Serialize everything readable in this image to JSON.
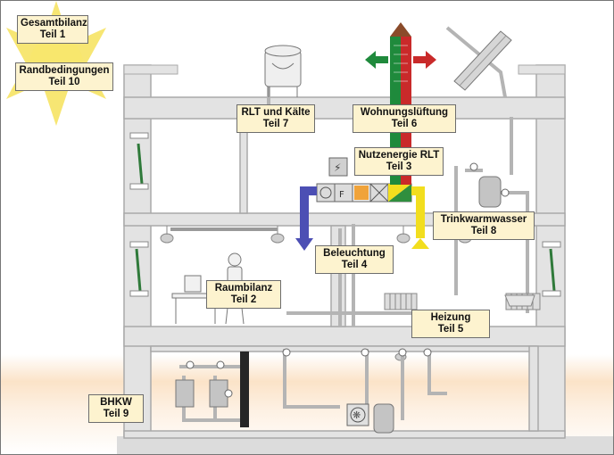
{
  "labels": {
    "gesamtbilanz": {
      "title": "Gesamtbilanz",
      "part": "Teil 1"
    },
    "randbedingungen": {
      "title": "Randbedingungen",
      "part": "Teil 10"
    },
    "rlt_kaelte": {
      "title": "RLT und Kälte",
      "part": "Teil 7"
    },
    "wohnungslueftung": {
      "title": "Wohnungslüftung",
      "part": "Teil 6"
    },
    "nutzenergie_rlt": {
      "title": "Nutzenergie RLT",
      "part": "Teil 3"
    },
    "trinkwarmwasser": {
      "title": "Trinkwarmwasser",
      "part": "Teil 8"
    },
    "beleuchtung": {
      "title": "Beleuchtung",
      "part": "Teil 4"
    },
    "raumbilanz": {
      "title": "Raumbilanz",
      "part": "Teil 2"
    },
    "heizung": {
      "title": "Heizung",
      "part": "Teil 5"
    },
    "bhkw": {
      "title": "BHKW",
      "part": "Teil 9"
    }
  },
  "colors": {
    "wall": "#e3e3e3",
    "wall_edge": "#a9a9a9",
    "pipe": "#b4b4b4",
    "duct_blue": "#4c4fb4",
    "duct_yellow": "#f2de1e",
    "duct_green": "#1f8a3c",
    "duct_red": "#c92a2a",
    "sun": "#f6e25a",
    "label_bg": "#fdf3cf"
  }
}
